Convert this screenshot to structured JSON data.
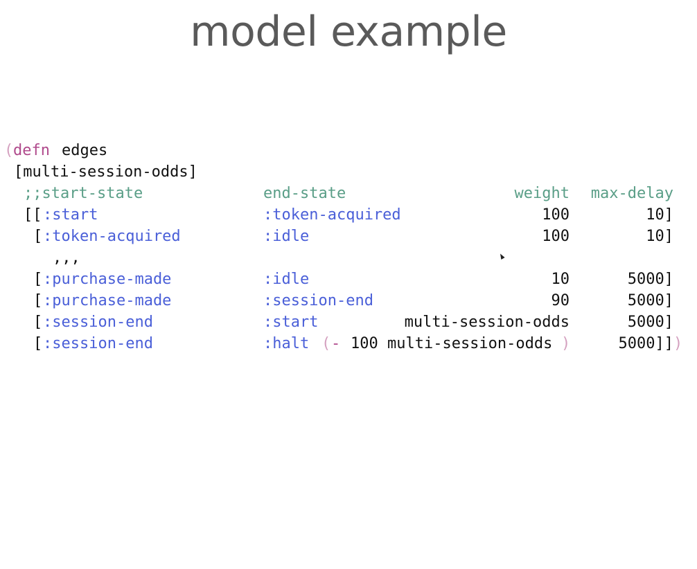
{
  "slide": {
    "title": "model example"
  },
  "code": {
    "open_paren": "(",
    "defn": "defn",
    "fn_name": "edges",
    "params": "[multi-session-odds]",
    "header": {
      "start_state": ";;start-state",
      "end_state": "end-state",
      "weight": "weight",
      "max_delay": "max-delay"
    },
    "rows": [
      {
        "prefix": "[[",
        "start": ":start",
        "end": ":token-acquired",
        "weight": "100",
        "max_delay": "10]"
      },
      {
        "prefix": "[",
        "start": ":token-acquired",
        "end": ":idle",
        "weight": "100",
        "max_delay": "10]"
      },
      {
        "prefix": "[",
        "start": ":purchase-made",
        "end": ":idle",
        "weight": "10",
        "max_delay": "5000]"
      },
      {
        "prefix": "[",
        "start": ":purchase-made",
        "end": ":session-end",
        "weight": "90",
        "max_delay": "5000]"
      },
      {
        "prefix": "[",
        "start": ":session-end",
        "end": ":start",
        "weight": "multi-session-odds",
        "max_delay": "5000]"
      }
    ],
    "ellipsis": ",,,",
    "last_row": {
      "prefix": "[",
      "start": ":session-end",
      "end": ":halt",
      "w_open": "(",
      "w_op": "-",
      "w_expr": "100 multi-session-odds",
      "w_close": ")",
      "max_delay": "5000]]",
      "close_paren": ")"
    }
  },
  "colors": {
    "title": "#5a5a5a",
    "keyword_defn": "#b04a8c",
    "keyword_literal": "#4a5fd8",
    "comment": "#5a9e87",
    "paren": "#d4a0bf",
    "text": "#111111"
  }
}
